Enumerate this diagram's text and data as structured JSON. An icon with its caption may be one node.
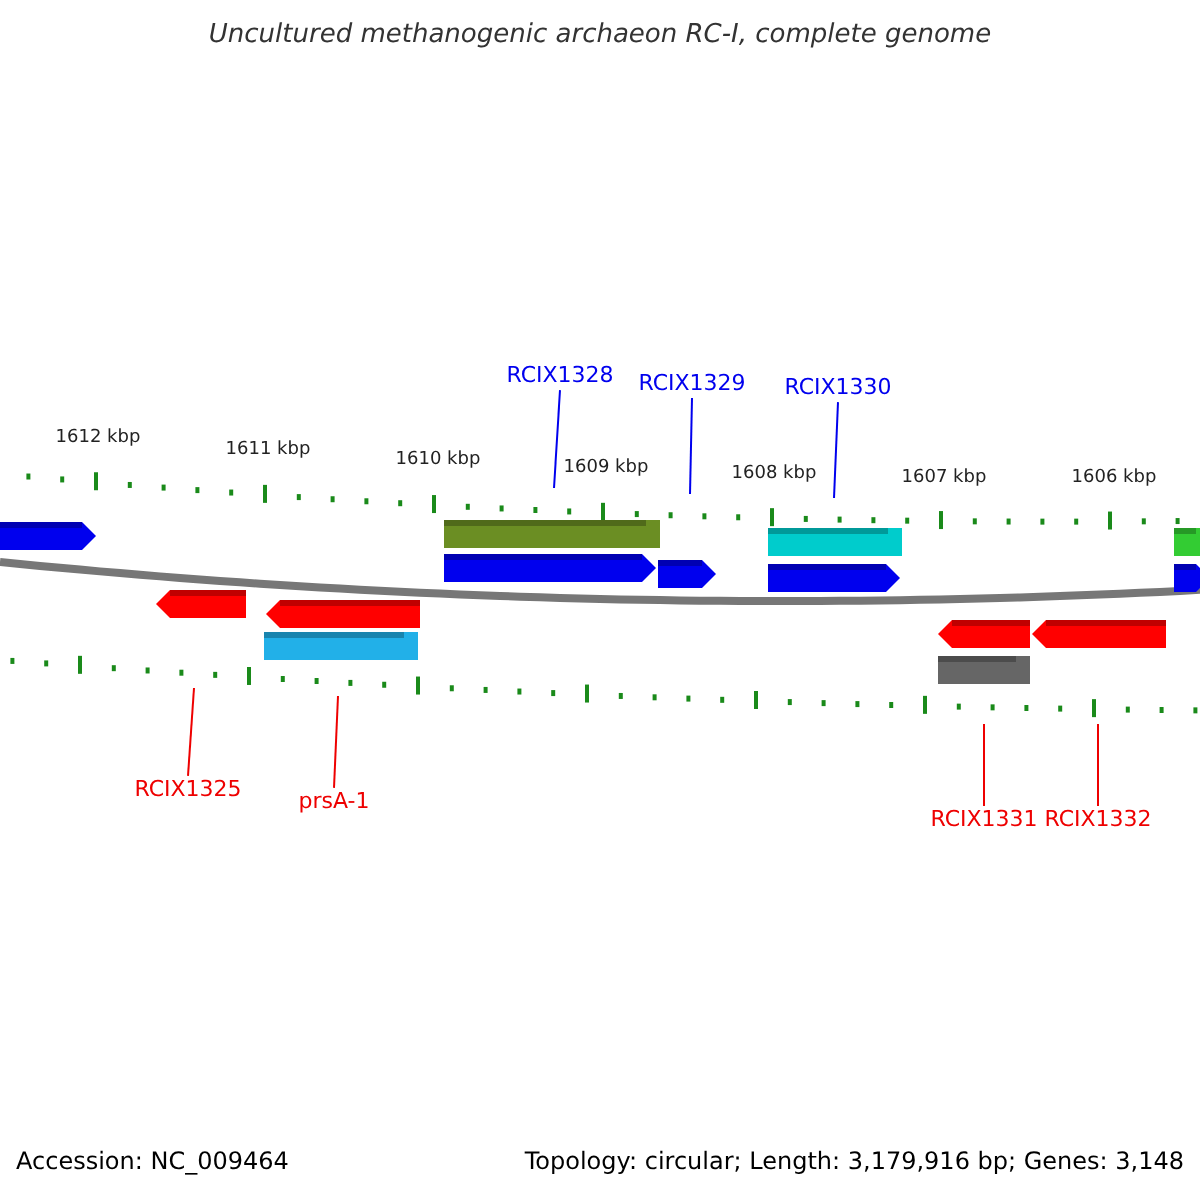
{
  "diagram": {
    "title": "Uncultured methanogenic archaeon RC-I, complete genome",
    "nodes": [
      {
        "text": [
          "RCIX1328"
        ]
      },
      {
        "text": [
          "RCIX1329"
        ]
      },
      {
        "text": [
          "RCIX1330"
        ]
      },
      {
        "text": [
          "RCIX1325"
        ]
      },
      {
        "text": [
          "prsA-1"
        ]
      },
      {
        "text": [
          "RCIX1331"
        ]
      },
      {
        "text": [
          "RCIX1332"
        ]
      }
    ],
    "edges": [
      {
        "from": 0,
        "to": null,
        "arrow": "none",
        "color": "#0000ee"
      },
      {
        "from": 1,
        "to": null,
        "arrow": "none",
        "color": "#0000ee"
      },
      {
        "from": 2,
        "to": null,
        "arrow": "none",
        "color": "#0000ee"
      },
      {
        "from": 3,
        "to": null,
        "arrow": "none"
      },
      {
        "from": 4,
        "to": null,
        "arrow": "none"
      },
      {
        "from": 5,
        "to": null,
        "arrow": "none"
      },
      {
        "from": 6,
        "to": null,
        "arrow": "none"
      }
    ],
    "labels": [
      "1612 kbp",
      "1611 kbp",
      "1610 kbp",
      "1609 kbp",
      "1608 kbp",
      "1607 kbp",
      "1606 kbp",
      "Accession: NC_009464",
      "Topology: circular; Length: 3,179,916 bp; Genes: 3,148"
    ]
  }
}
